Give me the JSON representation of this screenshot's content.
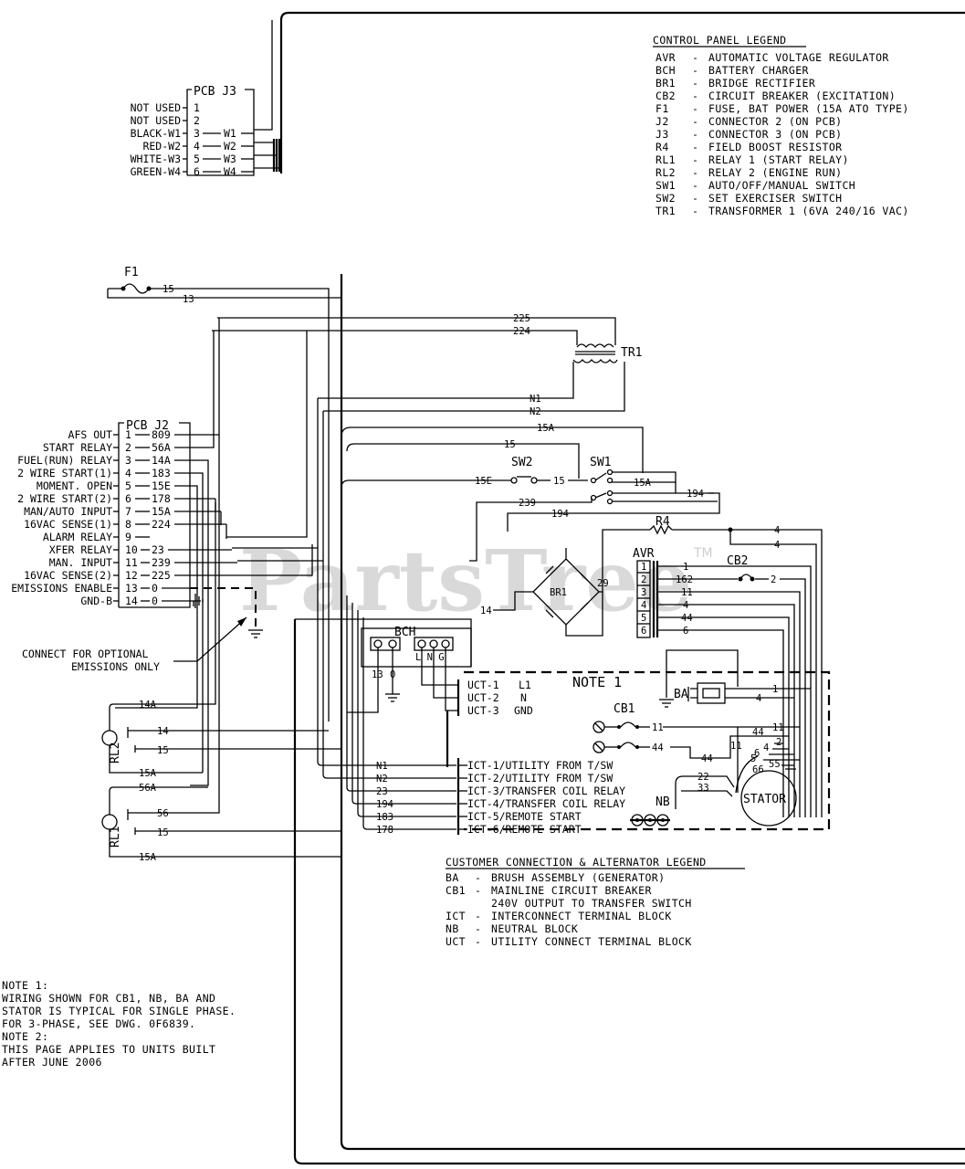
{
  "watermark": {
    "text": "PartsTree",
    "tm": "TM"
  },
  "control_legend": {
    "title": "CONTROL PANEL LEGEND",
    "items": [
      {
        "code": "AVR",
        "desc": "AUTOMATIC VOLTAGE REGULATOR"
      },
      {
        "code": "BCH",
        "desc": "BATTERY CHARGER"
      },
      {
        "code": "BR1",
        "desc": "BRIDGE RECTIFIER"
      },
      {
        "code": "CB2",
        "desc": "CIRCUIT BREAKER (EXCITATION)"
      },
      {
        "code": "F1",
        "desc": "FUSE, BAT POWER (15A ATO TYPE)"
      },
      {
        "code": "J2",
        "desc": "CONNECTOR 2 (ON PCB)"
      },
      {
        "code": "J3",
        "desc": "CONNECTOR 3 (ON PCB)"
      },
      {
        "code": "R4",
        "desc": "FIELD BOOST RESISTOR"
      },
      {
        "code": "RL1",
        "desc": "RELAY 1 (START RELAY)"
      },
      {
        "code": "RL2",
        "desc": "RELAY 2 (ENGINE RUN)"
      },
      {
        "code": "SW1",
        "desc": "AUTO/OFF/MANUAL SWITCH"
      },
      {
        "code": "SW2",
        "desc": "SET EXERCISER SWITCH"
      },
      {
        "code": "TR1",
        "desc": "TRANSFORMER 1 (6VA 240/16 VAC)"
      }
    ]
  },
  "pcb_j3": {
    "title": "PCB J3",
    "pins": [
      {
        "label": "NOT USED",
        "pin": "1",
        "wire": ""
      },
      {
        "label": "NOT USED",
        "pin": "2",
        "wire": ""
      },
      {
        "label": "BLACK-W1",
        "pin": "3",
        "wire": "W1"
      },
      {
        "label": "RED-W2",
        "pin": "4",
        "wire": "W2"
      },
      {
        "label": "WHITE-W3",
        "pin": "5",
        "wire": "W3"
      },
      {
        "label": "GREEN-W4",
        "pin": "6",
        "wire": "W4"
      }
    ]
  },
  "pcb_j2": {
    "title": "PCB J2",
    "pins": [
      {
        "label": "AFS OUT",
        "pin": "1",
        "wire": "809"
      },
      {
        "label": "START RELAY",
        "pin": "2",
        "wire": "56A"
      },
      {
        "label": "FUEL(RUN) RELAY",
        "pin": "3",
        "wire": "14A"
      },
      {
        "label": "2 WIRE START(1)",
        "pin": "4",
        "wire": "183"
      },
      {
        "label": "MOMENT. OPEN",
        "pin": "5",
        "wire": "15E"
      },
      {
        "label": "2 WIRE START(2)",
        "pin": "6",
        "wire": "178"
      },
      {
        "label": "MAN/AUTO INPUT",
        "pin": "7",
        "wire": "15A"
      },
      {
        "label": "16VAC SENSE(1)",
        "pin": "8",
        "wire": "224"
      },
      {
        "label": "ALARM RELAY",
        "pin": "9",
        "wire": ""
      },
      {
        "label": "XFER RELAY",
        "pin": "10",
        "wire": "23"
      },
      {
        "label": "MAN. INPUT",
        "pin": "11",
        "wire": "239"
      },
      {
        "label": "16VAC SENSE(2)",
        "pin": "12",
        "wire": "225"
      },
      {
        "label": "EMISSIONS ENABLE",
        "pin": "13",
        "wire": "0"
      },
      {
        "label": "GND-B",
        "pin": "14",
        "wire": "0"
      }
    ]
  },
  "components": {
    "f1": "F1",
    "tr1": "TR1",
    "sw1": "SW1",
    "sw2": "SW2",
    "r4": "R4",
    "avr": "AVR",
    "cb2": "CB2",
    "br1": "BR1",
    "bch": "BCH",
    "bch_lng": "L N G",
    "ba": "BA",
    "cb1": "CB1",
    "nb": "NB",
    "stator": "STATOR",
    "rl1": "RL1",
    "rl2": "RL2",
    "note1_box": "NOTE 1"
  },
  "avr_pins": [
    "1",
    "2",
    "3",
    "4",
    "5",
    "6"
  ],
  "wires": {
    "w15": "15",
    "w13": "13",
    "w225": "225",
    "w224": "224",
    "n1": "N1",
    "n2": "N2",
    "w15a": "15A",
    "w15b": "15",
    "w15e": "15E",
    "w15sw": "15",
    "w15a_sw": "15A",
    "w194": "194",
    "w239": "239",
    "w194b": "194",
    "w29": "29",
    "w14": "14",
    "w4a": "4",
    "w4b": "4",
    "avr1": "1",
    "avr162": "162",
    "cb2_2": "2",
    "avr11": "11",
    "avr4": "4",
    "avr44": "44",
    "avr6": "6",
    "bch13": "13",
    "bch0": "0",
    "ba1": "1",
    "ba4": "4",
    "cb1_11": "11",
    "cb1_44": "44",
    "s11": "11",
    "s44": "44",
    "s2": "2",
    "s4": "4",
    "s6": "6",
    "s5": "5",
    "s66": "66",
    "s55": "55",
    "s11b": "11",
    "s44b": "44",
    "s22": "22",
    "s33": "33",
    "rl2_14a": "14A",
    "rl2_14": "14",
    "rl2_15": "15",
    "rl2_15a": "15A",
    "rl1_56a": "56A",
    "rl1_56": "56",
    "rl1_15": "15",
    "rl1_15a": "15A",
    "ict_n1": "N1",
    "ict_n2": "N2",
    "ict_23": "23",
    "ict_194": "194",
    "ict_183": "183",
    "ict_178": "178"
  },
  "uct": [
    {
      "id": "UCT-1",
      "label": "L1"
    },
    {
      "id": "UCT-2",
      "label": "N"
    },
    {
      "id": "UCT-3",
      "label": "GND"
    }
  ],
  "ict": [
    "ICT-1/UTILITY FROM T/SW",
    "ICT-2/UTILITY FROM T/SW",
    "ICT-3/TRANSFER COIL RELAY",
    "ICT-4/TRANSFER COIL RELAY",
    "ICT-5/REMOTE START",
    "ICT-6/REMOTE START"
  ],
  "emissions_note": [
    "CONNECT FOR OPTIONAL",
    "EMISSIONS ONLY"
  ],
  "customer_legend": {
    "title": "CUSTOMER CONNECTION & ALTERNATOR LEGEND",
    "items": [
      {
        "code": "BA",
        "desc": "BRUSH ASSEMBLY (GENERATOR)"
      },
      {
        "code": "CB1",
        "desc": "MAINLINE CIRCUIT BREAKER"
      },
      {
        "code": "",
        "desc": "240V OUTPUT TO TRANSFER SWITCH"
      },
      {
        "code": "ICT",
        "desc": "INTERCONNECT TERMINAL BLOCK"
      },
      {
        "code": "NB",
        "desc": "NEUTRAL BLOCK"
      },
      {
        "code": "UCT",
        "desc": "UTILITY CONNECT TERMINAL BLOCK"
      }
    ]
  },
  "notes": [
    "NOTE 1:",
    "WIRING SHOWN FOR CB1, NB, BA AND",
    "STATOR IS TYPICAL FOR SINGLE PHASE.",
    "FOR 3-PHASE, SEE DWG. 0F6839.",
    "NOTE 2:",
    "THIS PAGE APPLIES TO UNITS BUILT",
    "AFTER JUNE 2006"
  ]
}
